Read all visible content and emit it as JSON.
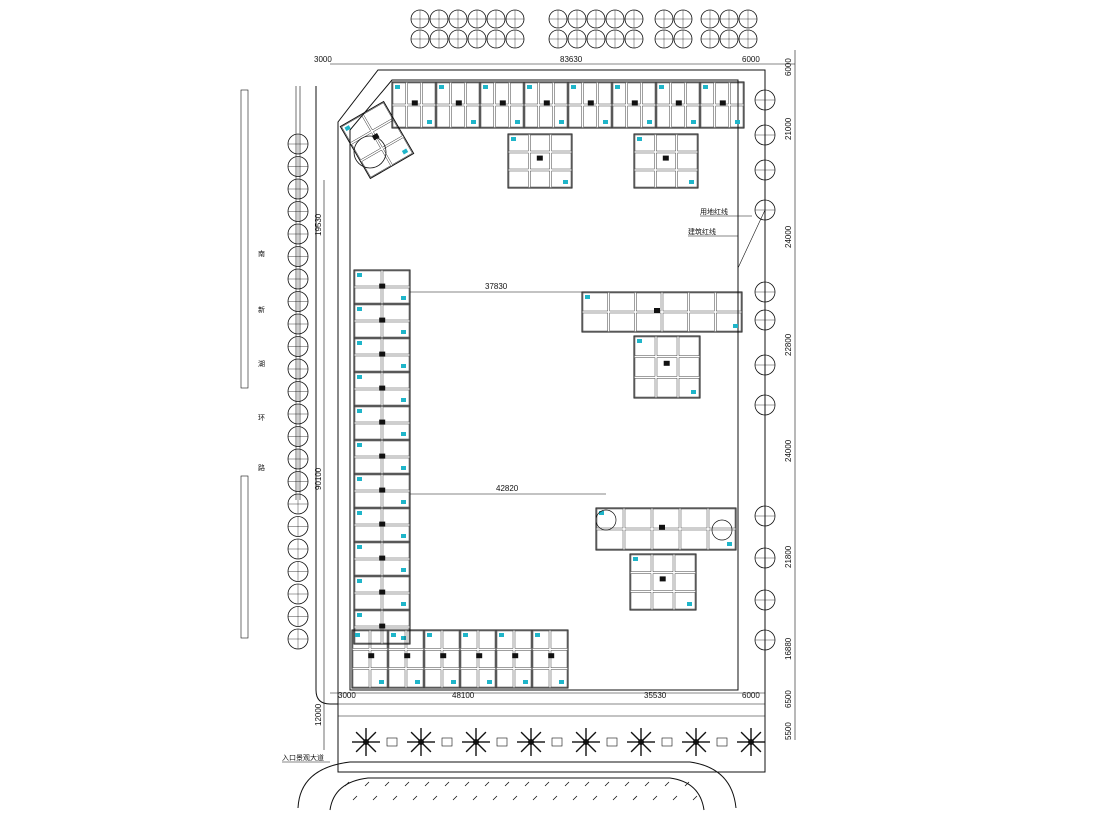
{
  "title": "",
  "dimensions": {
    "top_left": "3000",
    "top_main": "83630",
    "top_right": "6000",
    "right_1": "6000",
    "right_2": "21000",
    "right_3": "24000",
    "right_4": "22800",
    "right_5": "24000",
    "right_6": "21800",
    "right_7": "16880",
    "right_8": "6500",
    "right_9": "5500",
    "left_1": "19530",
    "left_2": "90100",
    "left_3": "12000",
    "bottom_left": "3000",
    "bottom_mid": "48100",
    "bottom_main": "35530",
    "bottom_right": "6000",
    "inner_1": "37830",
    "inner_2": "42820"
  },
  "labels": {
    "road_chars": [
      "南",
      "新",
      "湖",
      "环",
      "路"
    ],
    "red_line_1": "用地红线",
    "red_line_2": "建筑红线",
    "entrance": "入口景观大道"
  },
  "colors": {
    "linework": "#111111",
    "accent": "#1fb5c9",
    "background": "#ffffff"
  }
}
